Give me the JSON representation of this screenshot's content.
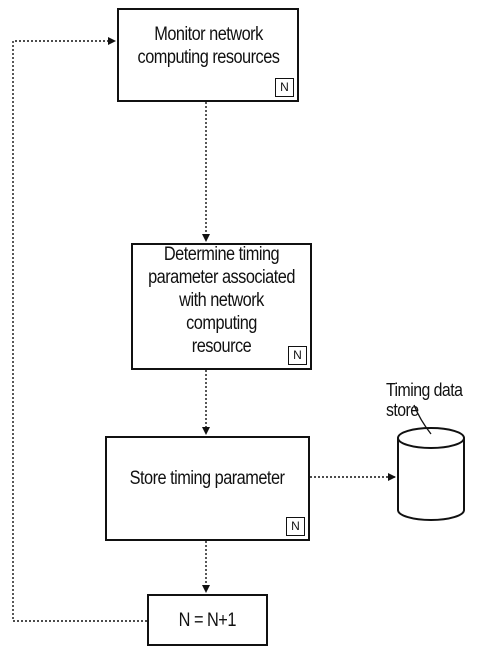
{
  "diagram": {
    "steps": [
      {
        "label": "Monitor network\ncomputing resources",
        "badge": "N"
      },
      {
        "label": "Determine timing\nparameter associated\nwith network computing\nresource",
        "badge": "N"
      },
      {
        "label": "Store timing parameter",
        "badge": "N"
      },
      {
        "label": "N = N+1"
      }
    ],
    "data_store": {
      "label": "Timing data\nstore"
    }
  }
}
